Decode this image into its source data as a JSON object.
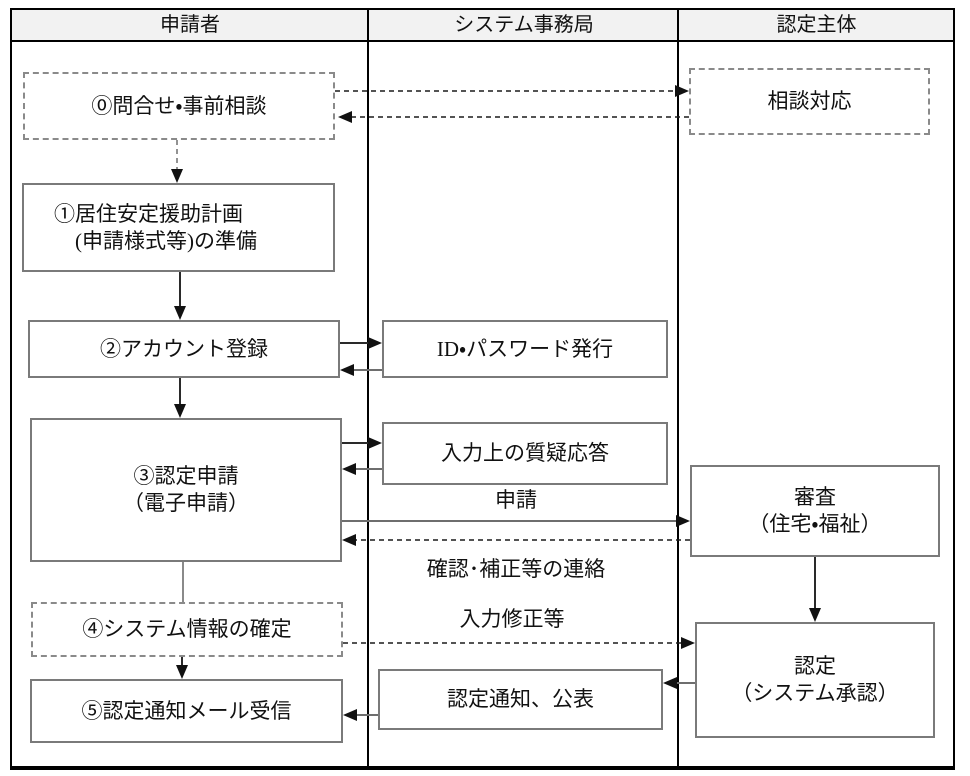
{
  "lanes": {
    "applicant": "申請者",
    "system_office": "システム事務局",
    "certification_body": "認定主体"
  },
  "nodes": {
    "inquiry": "⓪問合せ・事前相談",
    "consultation_response": "相談対応",
    "plan_preparation_line1": "①居住安定援助計画",
    "plan_preparation_line2": "(申請様式等)の準備",
    "account_registration": "②アカウント登録",
    "id_password_issue": "ID・パスワード発行",
    "certification_application_line1": "③認定申請",
    "certification_application_line2": "（電子申請）",
    "input_qa": "入力上の質疑応答",
    "review_line1": "審査",
    "review_line2": "（住宅・福祉）",
    "system_info_confirm": "④システム情報の確定",
    "approval_line1": "認定",
    "approval_line2": "（システム承認）",
    "notice_publication": "認定通知、公表",
    "mail_reception": "⑤認定通知メール受信"
  },
  "edge_labels": {
    "application": "申請",
    "confirmation_contact": "確認･補正等の連絡",
    "input_correction": "入力修正等"
  },
  "colors": {
    "frame_border": "#000000",
    "box_border": "#7a7a7a",
    "dashed_box_border": "#8a8a8a",
    "arrow_line": "#6e6e6e",
    "arrowhead": "#111111",
    "header_background": "#f2f2f2"
  }
}
